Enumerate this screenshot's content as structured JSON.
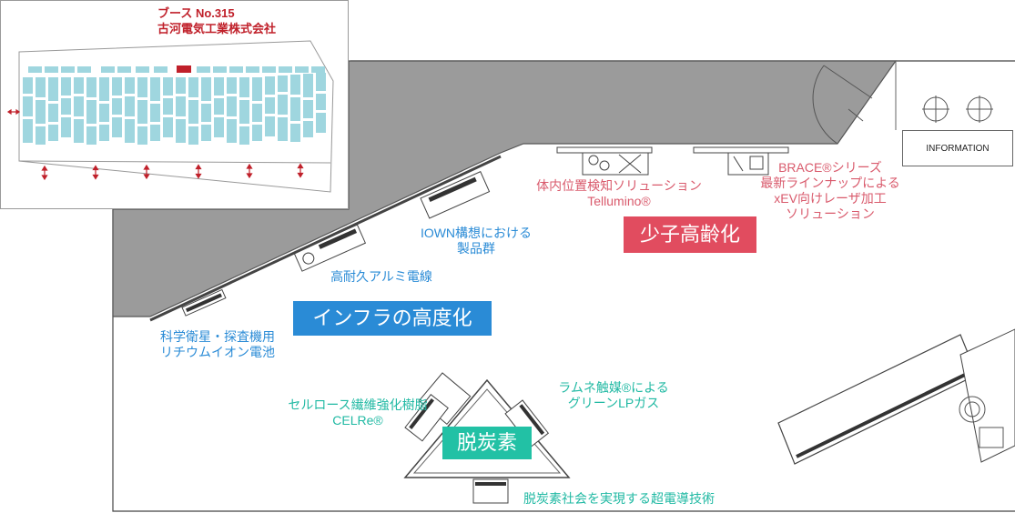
{
  "inset": {
    "booth_number": "ブース No.315",
    "company": "古河電気工業株式会社"
  },
  "information_label": "INFORMATION",
  "themes": {
    "infrastructure": "インフラの高度化",
    "aging": "少子高齢化",
    "decarbonization": "脱炭素"
  },
  "exhibits": {
    "iown": [
      "IOWN構想における",
      "製品群"
    ],
    "aluminum_wire": "高耐久アルミ電線",
    "satellite_battery": [
      "科学衛星・探査機用",
      "リチウムイオン電池"
    ],
    "tellumino": [
      "体内位置検知ソリューション",
      "Tellumino®"
    ],
    "brace": [
      "BRACE®シリーズ",
      "最新ラインナップによる",
      "xEV向けレーザ加工",
      "ソリューション"
    ],
    "celre": [
      "セルロース繊維強化樹脂",
      "CELRe®"
    ],
    "ramune": [
      "ラムネ触媒®による",
      "グリーンLPガス"
    ],
    "superconducting": "脱炭素社会を実現する超電導技術"
  },
  "colors": {
    "infrastructure": "#2a8bd6",
    "aging": "#e14c5f",
    "decarbonization": "#22c1a5",
    "booth_marker": "#c0202a",
    "booth_fill": "#9fd6df",
    "wall_fill": "#9b9b9b"
  }
}
